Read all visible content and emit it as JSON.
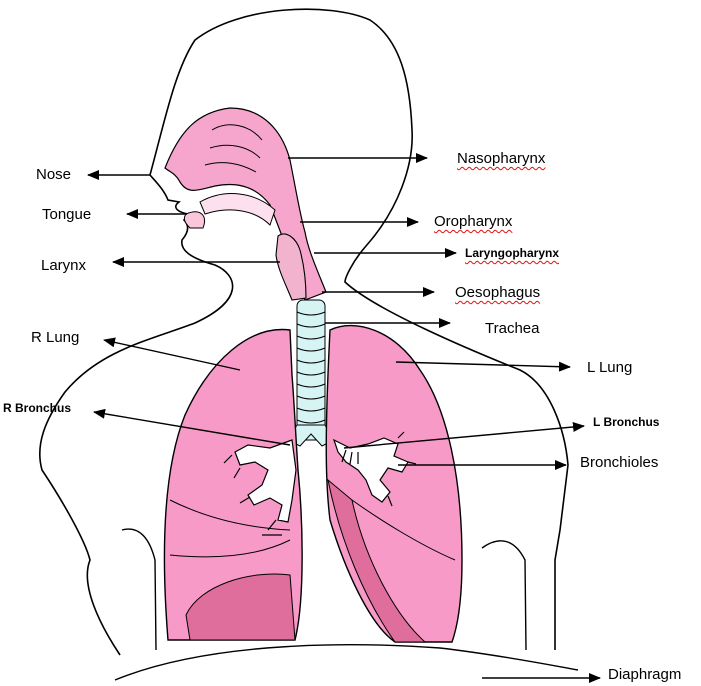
{
  "labels": {
    "nose": "Nose",
    "tongue": "Tongue",
    "larynx": "Larynx",
    "r_lung": "R Lung",
    "r_bronchus": "R Bronchus",
    "nasopharynx": "Nasopharynx",
    "oropharynx": "Oropharynx",
    "laryngopharynx": "Laryngopharynx",
    "oesophagus": "Oesophagus",
    "trachea": "Trachea",
    "l_lung": "L Lung",
    "l_bronchus": "L Bronchus",
    "bronchioles": "Bronchioles",
    "diaphragm": "Diaphragm"
  },
  "colors": {
    "outline": "#000000",
    "lung_pink": "#f79ac8",
    "lung_dark": "#e06e9c",
    "airway_light": "#fbc6dc",
    "trachea_blue": "#d6f4f4",
    "spellcheck_underline": "#e01010"
  }
}
